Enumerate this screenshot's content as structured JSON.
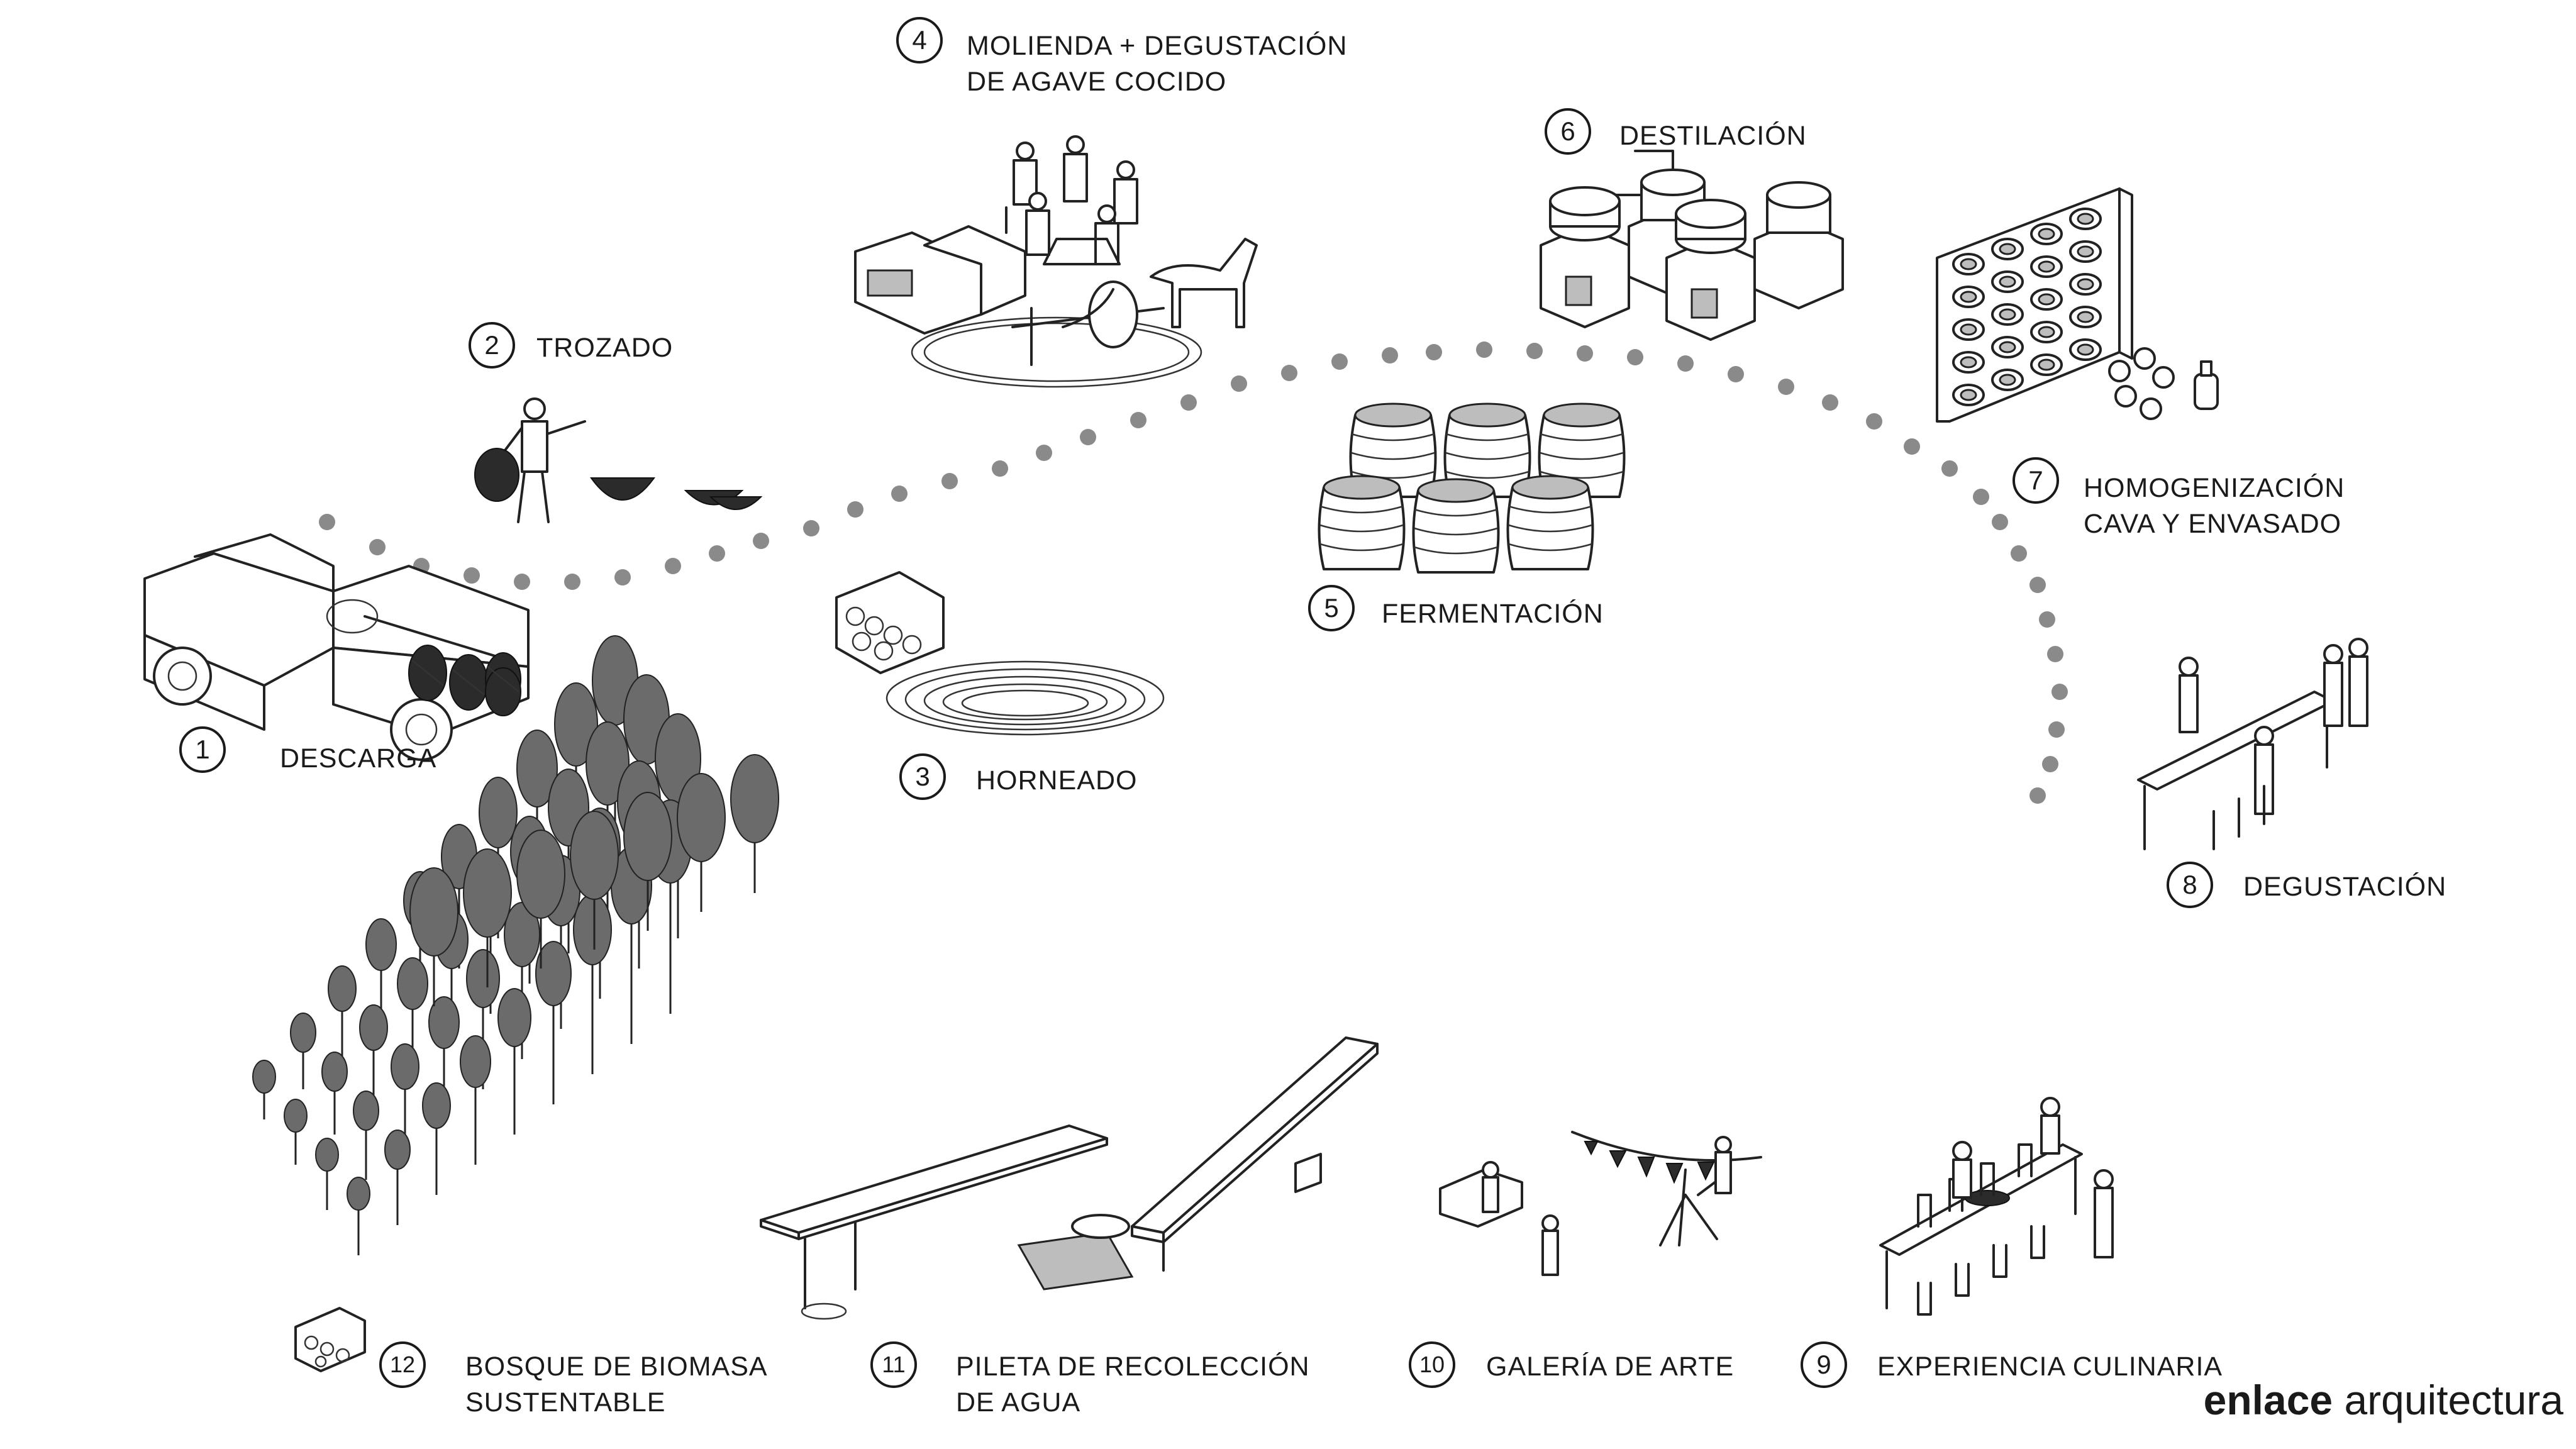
{
  "steps": [
    {
      "num": "1",
      "lines": [
        "DESCARGA"
      ]
    },
    {
      "num": "2",
      "lines": [
        "TROZADO"
      ]
    },
    {
      "num": "3",
      "lines": [
        "HORNEADO"
      ]
    },
    {
      "num": "4",
      "lines": [
        "MOLIENDA + DEGUSTACIÓN",
        "DE AGAVE COCIDO"
      ]
    },
    {
      "num": "5",
      "lines": [
        "FERMENTACIÓN"
      ]
    },
    {
      "num": "6",
      "lines": [
        "DESTILACIÓN"
      ]
    },
    {
      "num": "7",
      "lines": [
        "HOMOGENIZACIÓN",
        "CAVA Y ENVASADO"
      ]
    },
    {
      "num": "8",
      "lines": [
        "DEGUSTACIÓN"
      ]
    },
    {
      "num": "9",
      "lines": [
        "EXPERIENCIA CULINARIA"
      ]
    },
    {
      "num": "10",
      "lines": [
        "GALERÍA DE ARTE"
      ]
    },
    {
      "num": "11",
      "lines": [
        "PILETA DE RECOLECCIÓN",
        "DE AGUA"
      ]
    },
    {
      "num": "12",
      "lines": [
        "BOSQUE DE BIOMASA",
        "SUSTENTABLE"
      ]
    }
  ],
  "brand": {
    "bold": "enlace",
    "rest": " arquitectura"
  }
}
